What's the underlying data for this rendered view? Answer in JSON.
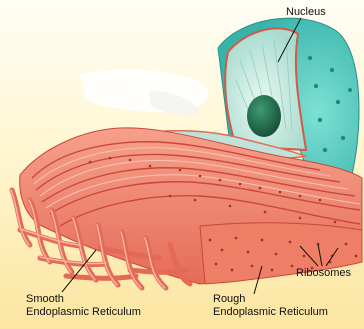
{
  "labels": {
    "nucleus": "Nucleus",
    "ribosomes": "Ribosomes",
    "smooth_er": [
      "Smooth",
      "Endoplasmic Reticulum"
    ],
    "rough_er": [
      "Rough",
      "Endoplasmic Reticulum"
    ]
  },
  "colors": {
    "background_top": "#fffef6",
    "background_bottom": "#fbe8a8",
    "er_fill": "#f08a72",
    "er_dark": "#c9483b",
    "er_light": "#f7b3a3",
    "nucleus_envelope": "#4fc9bf",
    "nucleus_inner": "#c8ebe3",
    "nucleolus": "#1f6f4f",
    "leader_line": "#111111"
  }
}
